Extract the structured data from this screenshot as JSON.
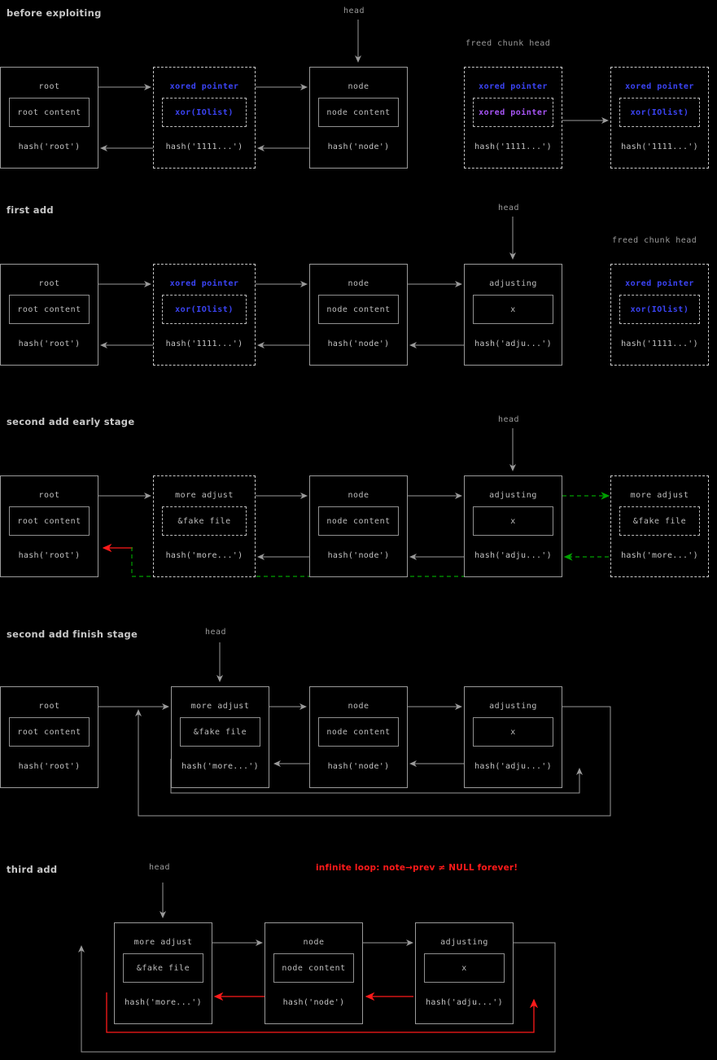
{
  "palette": {
    "background": "#000000",
    "stroke": "#9a9a9a",
    "text": "#bdbdbd",
    "blue": "#3b44f6",
    "purple": "#a855f7",
    "green": "#00a000",
    "red": "#ff1a1a",
    "title": "#c8c8c8"
  },
  "sections": [
    {
      "id": "before-exploiting",
      "title": "before exploiting",
      "captions": [
        {
          "name": "head",
          "text": "head"
        },
        {
          "name": "freed-chunk-head",
          "text": "freed chunk head"
        }
      ],
      "boxes": [
        {
          "name": "root",
          "title": "root",
          "inner": "root content",
          "hash": "hash('root')",
          "style": "solid"
        },
        {
          "name": "xored-pointer-1",
          "title": "xored pointer",
          "inner": "xor(IOlist)",
          "hash": "hash('1111...')",
          "style": "dashed"
        },
        {
          "name": "node",
          "title": "node",
          "inner": "node content",
          "hash": "hash('node')",
          "style": "solid"
        },
        {
          "name": "freed-chunk-1",
          "title": "xored pointer",
          "inner": "xored pointer",
          "hash": "hash('1111...')",
          "style": "dashed"
        },
        {
          "name": "freed-chunk-2",
          "title": "xored pointer",
          "inner": "xor(IOlist)",
          "hash": "hash('1111...')",
          "style": "dashed"
        }
      ]
    },
    {
      "id": "first-add",
      "title": "first add",
      "captions": [
        {
          "name": "head",
          "text": "head"
        },
        {
          "name": "freed-chunk-head",
          "text": "freed chunk head"
        }
      ],
      "boxes": [
        {
          "name": "root",
          "title": "root",
          "inner": "root content",
          "hash": "hash('root')",
          "style": "solid"
        },
        {
          "name": "xored-pointer",
          "title": "xored pointer",
          "inner": "xor(IOlist)",
          "hash": "hash('1111...')",
          "style": "dashed"
        },
        {
          "name": "node",
          "title": "node",
          "inner": "node content",
          "hash": "hash('node')",
          "style": "solid"
        },
        {
          "name": "adjusting",
          "title": "adjusting",
          "inner": "x",
          "hash": "hash('adju...')",
          "style": "solid"
        },
        {
          "name": "freed-chunk",
          "title": "xored pointer",
          "inner": "xor(IOlist)",
          "hash": "hash('1111...')",
          "style": "dashed"
        }
      ]
    },
    {
      "id": "second-add-early-stage",
      "title": "second add early stage",
      "captions": [
        {
          "name": "head",
          "text": "head"
        }
      ],
      "boxes": [
        {
          "name": "root",
          "title": "root",
          "inner": "root content",
          "hash": "hash('root')",
          "style": "solid"
        },
        {
          "name": "more-adjust-1",
          "title": "more adjust",
          "inner": "&fake file",
          "hash": "hash('more...')",
          "style": "dashed"
        },
        {
          "name": "node",
          "title": "node",
          "inner": "node content",
          "hash": "hash('node')",
          "style": "solid"
        },
        {
          "name": "adjusting",
          "title": "adjusting",
          "inner": "x",
          "hash": "hash('adju...')",
          "style": "solid"
        },
        {
          "name": "more-adjust-2",
          "title": "more adjust",
          "inner": "&fake file",
          "hash": "hash('more...')",
          "style": "dashed"
        }
      ]
    },
    {
      "id": "second-add-finish-stage",
      "title": "second add finish stage",
      "captions": [
        {
          "name": "head",
          "text": "head"
        }
      ],
      "boxes": [
        {
          "name": "root",
          "title": "root",
          "inner": "root content",
          "hash": "hash('root')",
          "style": "solid"
        },
        {
          "name": "more-adjust",
          "title": "more adjust",
          "inner": "&fake file",
          "hash": "hash('more...')",
          "style": "solid"
        },
        {
          "name": "node",
          "title": "node",
          "inner": "node content",
          "hash": "hash('node')",
          "style": "solid"
        },
        {
          "name": "adjusting",
          "title": "adjusting",
          "inner": "x",
          "hash": "hash('adju...')",
          "style": "solid"
        }
      ]
    },
    {
      "id": "third-add",
      "title": "third add",
      "captions": [
        {
          "name": "head",
          "text": "head"
        }
      ],
      "warning": "infinite loop: note→prev ≠ NULL forever!",
      "boxes": [
        {
          "name": "more-adjust",
          "title": "more adjust",
          "inner": "&fake file",
          "hash": "hash('more...')",
          "style": "solid"
        },
        {
          "name": "node",
          "title": "node",
          "inner": "node content",
          "hash": "hash('node')",
          "style": "solid"
        },
        {
          "name": "adjusting",
          "title": "adjusting",
          "inner": "x",
          "hash": "hash('adju...')",
          "style": "solid"
        }
      ]
    }
  ]
}
